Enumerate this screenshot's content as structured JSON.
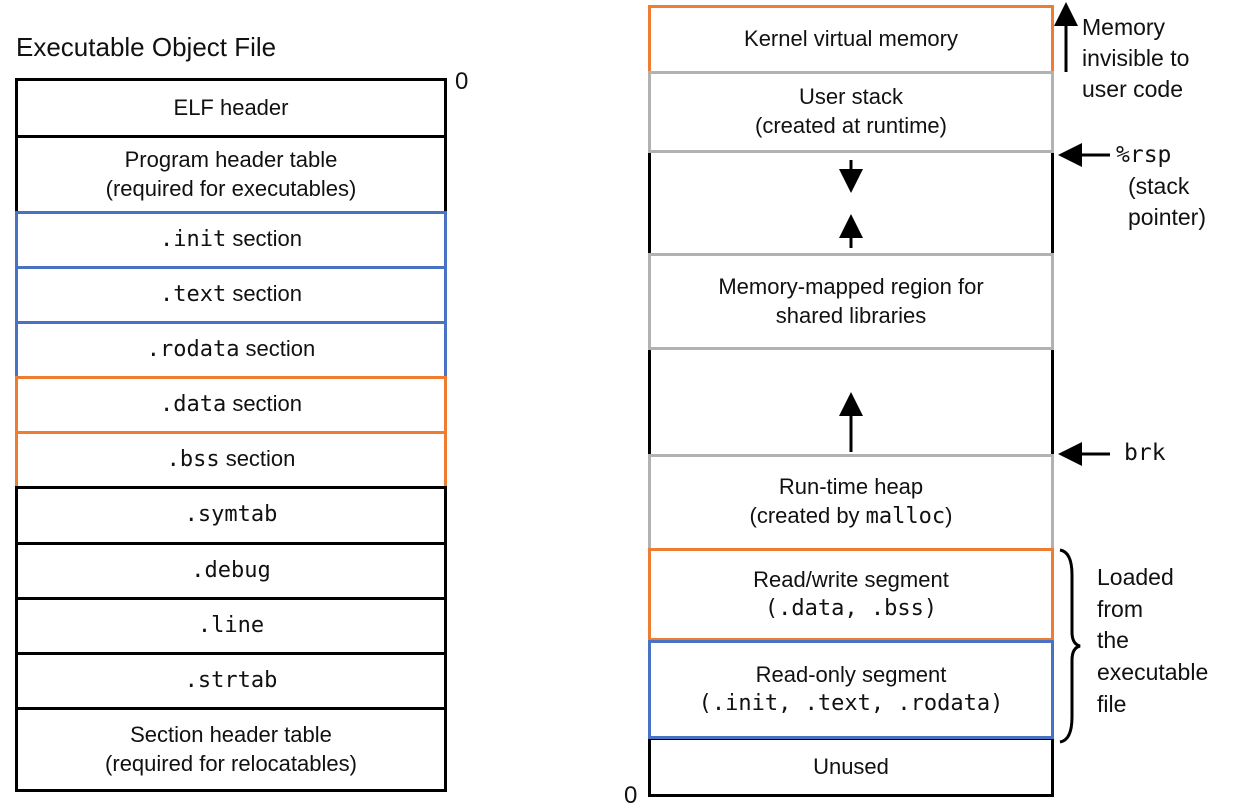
{
  "left": {
    "title": "Executable Object File",
    "offset_zero": "0",
    "sections": [
      {
        "line1": "ELF header"
      },
      {
        "line1": "Program header table",
        "line2": "(required for executables)"
      },
      {
        "code": ".init",
        "suffix": " section"
      },
      {
        "code": ".text",
        "suffix": " section"
      },
      {
        "code": ".rodata",
        "suffix": " section"
      },
      {
        "code": ".data",
        "suffix": " section"
      },
      {
        "code": ".bss",
        "suffix": " section"
      },
      {
        "code": ".symtab"
      },
      {
        "code": ".debug"
      },
      {
        "code": ".line"
      },
      {
        "code": ".strtab"
      },
      {
        "line1": "Section header table",
        "line2": "(required for relocatables)"
      }
    ]
  },
  "right": {
    "kernel": "Kernel virtual memory",
    "user_stack": {
      "line1": "User stack",
      "line2": "(created at runtime)"
    },
    "mmap": {
      "line1": "Memory-mapped region for",
      "line2": "shared libraries"
    },
    "heap": {
      "line1": "Run-time heap",
      "line2_prefix": "(created by ",
      "line2_code": "malloc",
      "line2_suffix": ")"
    },
    "rw_segment": {
      "line1": "Read/write segment",
      "line2": "(.data, .bss)"
    },
    "ro_segment": {
      "line1": "Read-only segment",
      "line2": "(.init, .text, .rodata)"
    },
    "unused": "Unused",
    "address_zero": "0"
  },
  "annotations": {
    "kernel_note": [
      "Memory",
      "invisible to",
      "user code"
    ],
    "rsp_code": "%rsp",
    "rsp_note": [
      "(stack",
      "pointer)"
    ],
    "brk": "brk",
    "loaded_note": [
      "Loaded",
      "from",
      "the",
      "executable",
      "file"
    ]
  },
  "colors": {
    "text_sections": "#4a72c4",
    "data_sections": "#ee7d31",
    "runtime_regions": "#b2b2b2",
    "outline": "#000000"
  }
}
